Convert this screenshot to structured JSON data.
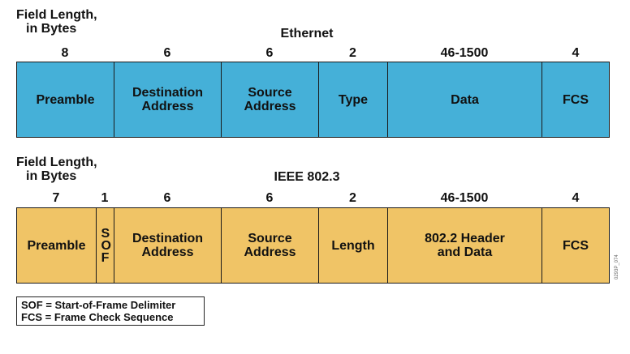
{
  "field_length_label_1": "Field Length,",
  "field_length_label_2": "in Bytes",
  "ethernet": {
    "title": "Ethernet",
    "color": "#45b0d8",
    "fields": [
      {
        "length": "8",
        "label": "Preamble"
      },
      {
        "length": "6",
        "label": "Destination Address"
      },
      {
        "length": "6",
        "label": "Source Address"
      },
      {
        "length": "2",
        "label": "Type"
      },
      {
        "length": "46-1500",
        "label": "Data"
      },
      {
        "length": "4",
        "label": "FCS"
      }
    ]
  },
  "ieee": {
    "title": "IEEE 802.3",
    "color": "#f0c466",
    "fields": [
      {
        "length": "7",
        "label": "Preamble"
      },
      {
        "length": "1",
        "label": "S O F"
      },
      {
        "length": "6",
        "label": "Destination Address"
      },
      {
        "length": "6",
        "label": "Source Address"
      },
      {
        "length": "2",
        "label": "Length"
      },
      {
        "length": "46-1500",
        "label": "802.2 Header and Data"
      },
      {
        "length": "4",
        "label": "FCS"
      }
    ]
  },
  "legend": {
    "sof": "SOF = Start-of-Frame Delimiter",
    "fcs": "FCS = Frame Check Sequence"
  },
  "figure_id": "0293P_074"
}
